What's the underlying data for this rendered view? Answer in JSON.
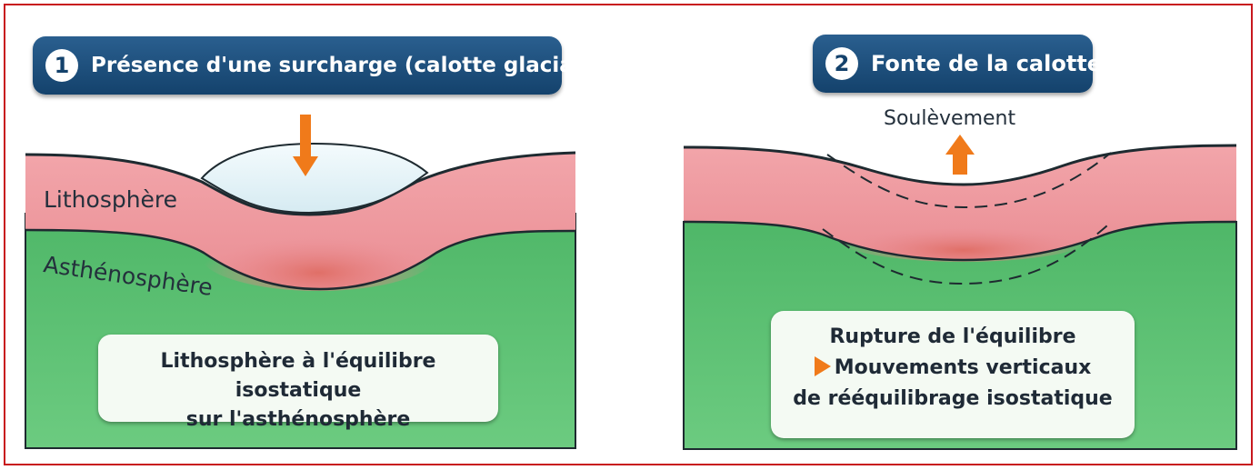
{
  "panel1": {
    "number": "1",
    "title": "Présence d'une surcharge (calotte glaciaire)",
    "label_lithosphere": "Lithosphère",
    "label_asthenosphere": "Asthénosphère",
    "note_line1": "Lithosphère à l'équilibre isostatique",
    "note_line2": "sur l'asthénosphère"
  },
  "panel2": {
    "number": "2",
    "title": "Fonte de la calotte",
    "uplift_label": "Soulèvement",
    "note_line1": "Rupture de l'équilibre",
    "note_line2": "Mouvements verticaux",
    "note_line3": "de rééquilibrage isostatique"
  },
  "colors": {
    "frame": "#c8181e",
    "title_bg": "#14426c",
    "lithosphere": "#ef9aa0",
    "asthenosphere": "#5cbf73",
    "ice": "#e8f4f8",
    "arrow": "#f07a1a"
  }
}
